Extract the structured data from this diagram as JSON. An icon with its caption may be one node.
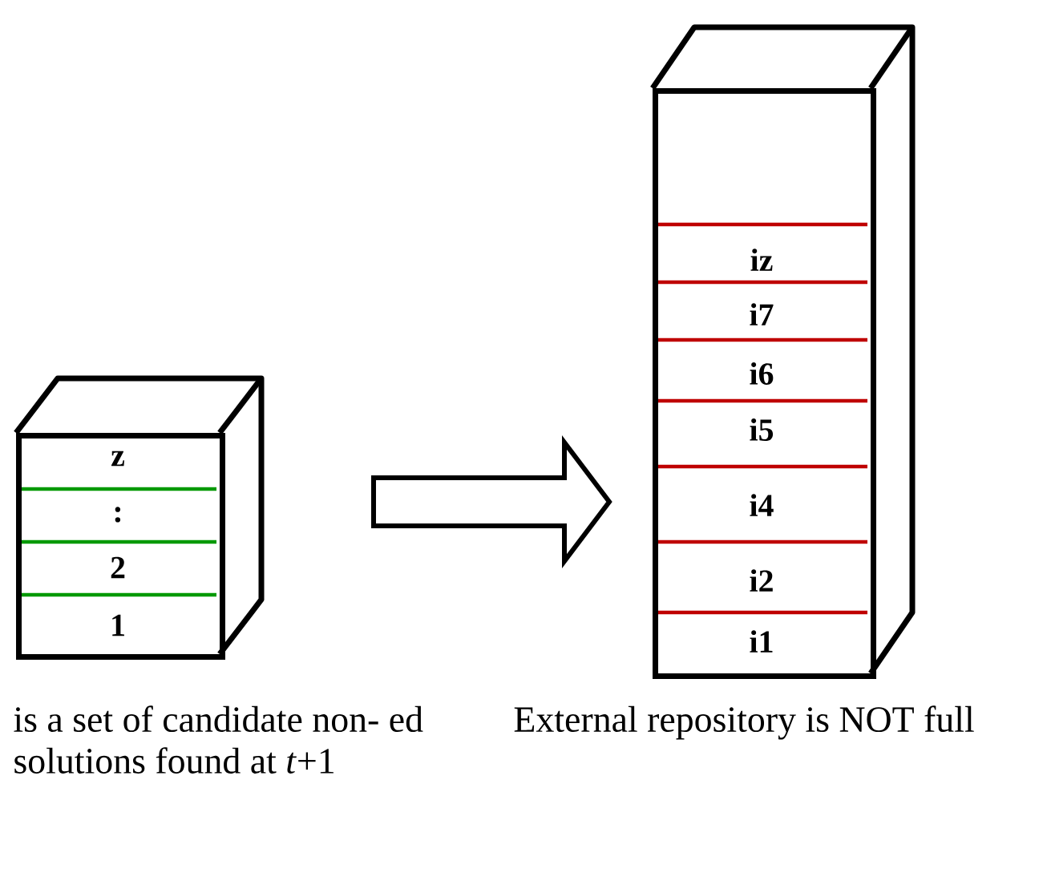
{
  "diagram": {
    "nodes": [
      {
        "text": [],
        "shape": "box",
        "beside": [
          "is a set of candidate non- ed solutions found at *t*+1"
        ]
      },
      {
        "text": [
          "z"
        ],
        "in": 0
      },
      {
        "text": [
          ":"
        ],
        "in": 0
      },
      {
        "text": [
          "2"
        ],
        "in": 0
      },
      {
        "text": [
          "1"
        ],
        "in": 0
      },
      {
        "text": [],
        "shape": "box",
        "beside": [
          "External repository is NOT full"
        ]
      },
      {
        "text": [
          "iz"
        ],
        "in": 5
      },
      {
        "text": [
          "i7"
        ],
        "in": 5
      },
      {
        "text": [
          "i6"
        ],
        "in": 5
      },
      {
        "text": [
          "i5"
        ],
        "in": 5
      },
      {
        "text": [
          "i4"
        ],
        "in": 5
      },
      {
        "text": [
          "i2"
        ],
        "in": 5
      },
      {
        "text": [
          "i1"
        ],
        "in": 5
      }
    ],
    "edges": [
      {
        "from": 0,
        "to": 5,
        "arrow": "to"
      }
    ]
  }
}
